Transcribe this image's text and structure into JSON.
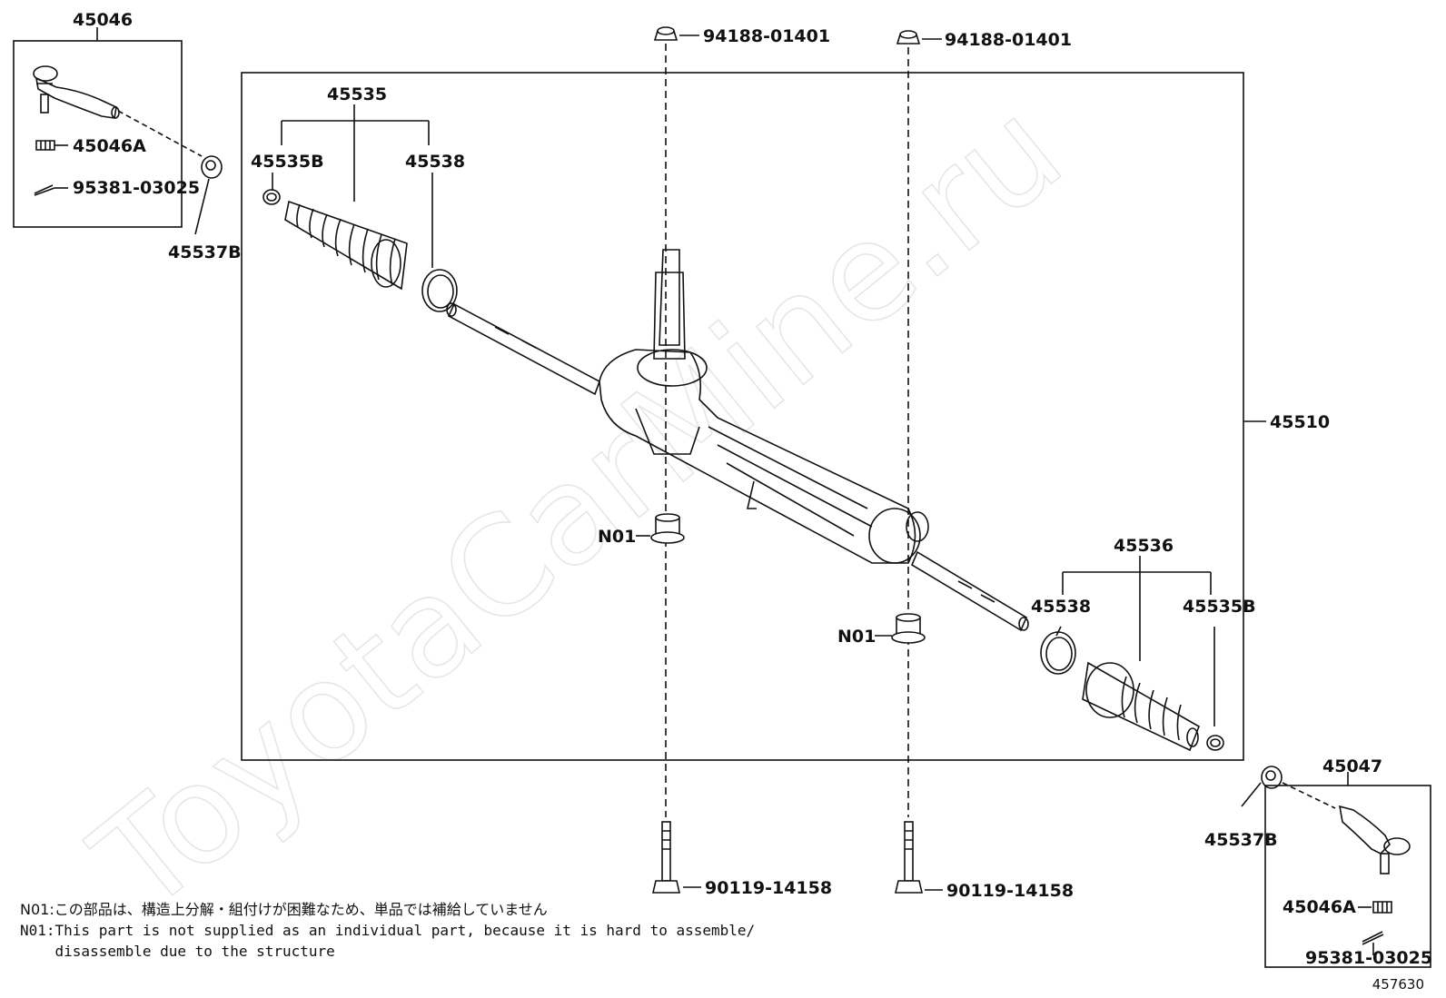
{
  "watermark": "ToyotaCarMine.ru",
  "diagram_code": "457630",
  "labels": {
    "tie_rod_end_left": "45046",
    "tie_rod_end_nut_left": "45046A",
    "cotter_pin_left": "95381-03025",
    "tie_rod_end_cap_left": "45537B",
    "boot_set_left": "45535",
    "boot_clamp_left": "45535B",
    "boot_clip_left": "45538",
    "nut_a": "94188-01401",
    "nut_b": "94188-01401",
    "rack_assembly": "45510",
    "bushing_a": "N01",
    "bushing_b": "N01",
    "boot_set_right": "45536",
    "boot_clip_right": "45538",
    "boot_clamp_right": "45535B",
    "bolt_a": "90119-14158",
    "bolt_b": "90119-14158",
    "tie_rod_end_cap_right": "45537B",
    "tie_rod_end_right": "45047",
    "tie_rod_end_nut_right": "45046A",
    "cotter_pin_right": "95381-03025"
  },
  "notes": {
    "jp": "N01:この部品は、構造上分解・組付けが困難なため、単品では補給していません",
    "en_line1": "N01:This part is not supplied as an individual part, because it is hard to assemble/",
    "en_line2": "    disassemble due to the structure"
  }
}
